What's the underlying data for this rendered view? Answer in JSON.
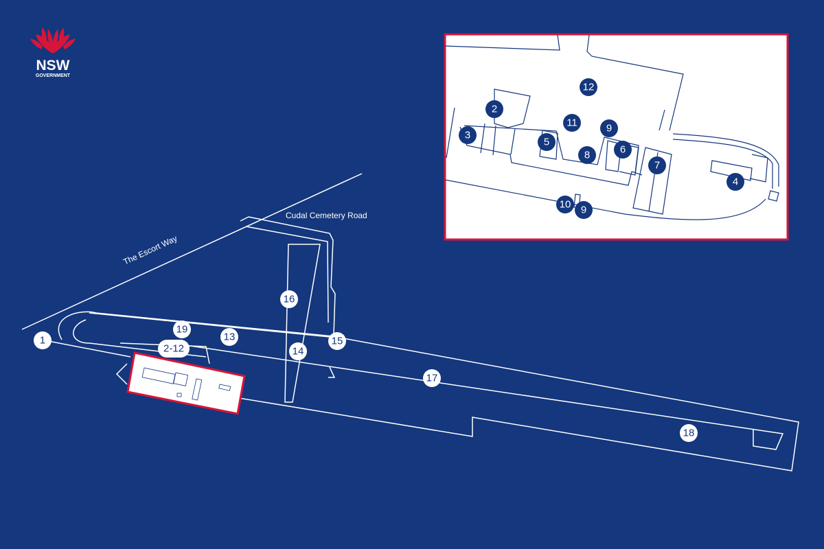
{
  "brand": {
    "logo_main": "NSW",
    "logo_sub": "GOVERNMENT",
    "accent_color": "#d7153a",
    "background_color": "#14377d",
    "marker_dark_color": "#14377d",
    "marker_light_color": "#ffffff"
  },
  "roads": {
    "escort_way": "The Escort Way",
    "cemetery_road": "Cudal Cemetery Road"
  },
  "main_markers": [
    "1",
    "19",
    "13",
    "2-12",
    "14",
    "15",
    "16",
    "17",
    "18"
  ],
  "inset_markers": [
    "12",
    "2",
    "11",
    "9",
    "3",
    "5",
    "6",
    "8",
    "7",
    "4",
    "10",
    "9"
  ],
  "icons": {
    "logo": "waratah-icon"
  }
}
